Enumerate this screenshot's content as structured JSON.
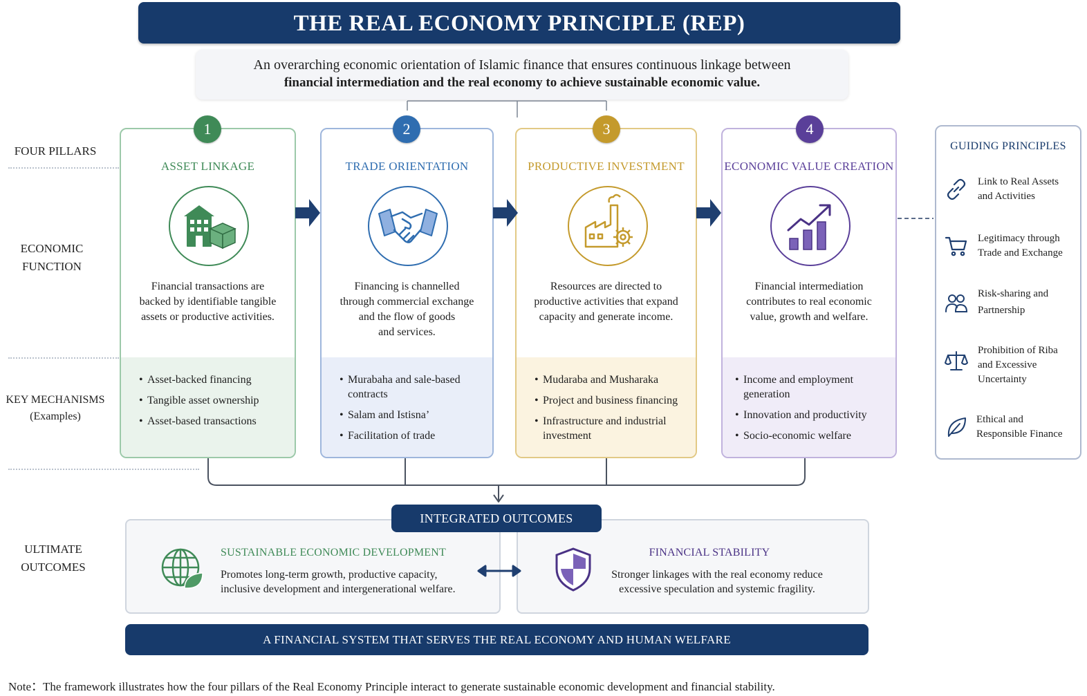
{
  "header": {
    "title": "THE REAL ECONOMY PRINCIPLE (REP)",
    "subtitle_line1": "An overarching economic orientation of Islamic finance that ensures continuous linkage between",
    "subtitle_line2": "financial intermediation and the real economy to achieve sustainable economic value."
  },
  "row_labels": {
    "four_pillars": "FOUR PILLARS",
    "economic_function_1": "ECONOMIC",
    "economic_function_2": "FUNCTION",
    "key_mechanisms_1": "KEY MECHANISMS",
    "key_mechanisms_2": "(Examples)",
    "ultimate_outcomes_1": "ULTIMATE",
    "ultimate_outcomes_2": "OUTCOMES"
  },
  "pillars": [
    {
      "number": "1",
      "title": "ASSET LINKAGE",
      "icon": "building-icon",
      "color": "#3f8a57",
      "tint": "#eaf3ec",
      "border": "#9cc9a9",
      "description": [
        "Financial transactions are",
        "backed by identifiable tangible",
        "assets or productive activities."
      ],
      "mechanisms": [
        "Asset-backed financing",
        "Tangible asset ownership",
        "Asset-based transactions"
      ]
    },
    {
      "number": "2",
      "title": "TRADE ORIENTATION",
      "icon": "handshake-icon",
      "color": "#2f6db0",
      "tint": "#e9eef9",
      "border": "#9eb6dc",
      "description": [
        "Financing is channelled",
        "through commercial exchange",
        "and the flow of goods",
        "and services."
      ],
      "mechanisms": [
        "Murabaha and sale-based contracts",
        "Salam and Istisna’",
        "Facilitation of trade"
      ]
    },
    {
      "number": "3",
      "title": "PRODUCTIVE INVESTMENT",
      "icon": "factory-icon",
      "color": "#c49a2c",
      "tint": "#fbf3e0",
      "border": "#e2c985",
      "description": [
        "Resources are directed to",
        "productive activities that expand",
        "capacity and generate income."
      ],
      "mechanisms": [
        "Mudaraba and Musharaka",
        "Project and business financing",
        "Infrastructure and industrial investment"
      ]
    },
    {
      "number": "4",
      "title": "ECONOMIC VALUE CREATION",
      "icon": "growth-chart-icon",
      "color": "#5a3f99",
      "tint": "#f0ecf8",
      "border": "#c0b2dd",
      "description": [
        "Financial intermediation",
        "contributes to real economic",
        "value, growth and welfare."
      ],
      "mechanisms": [
        "Income and employment generation",
        "Innovation and productivity",
        "Socio-economic welfare"
      ]
    }
  ],
  "guiding_principles": {
    "title": "GUIDING PRINCIPLES",
    "items": [
      {
        "icon": "link-icon",
        "label": [
          "Link to Real Assets",
          "and Activities"
        ]
      },
      {
        "icon": "cart-icon",
        "label": [
          "Legitimacy through",
          "Trade and Exchange"
        ]
      },
      {
        "icon": "people-icon",
        "label": [
          "Risk-sharing and",
          "Partnership"
        ]
      },
      {
        "icon": "scales-icon",
        "label": [
          "Prohibition of Riba",
          "and Excessive",
          "Uncertainty"
        ]
      },
      {
        "icon": "leaf-icon",
        "label": [
          "Ethical and",
          "Responsible Finance"
        ]
      }
    ]
  },
  "integrated_outcomes": {
    "label": "INTEGRATED OUTCOMES",
    "sustainable": {
      "title": "SUSTAINABLE ECONOMIC DEVELOPMENT",
      "line1": "Promotes long-term growth, productive capacity,",
      "line2": "inclusive development and intergenerational welfare."
    },
    "stability": {
      "title": "FINANCIAL STABILITY",
      "line1": "Stronger linkages with the real economy reduce",
      "line2": "excessive speculation and systemic fragility."
    }
  },
  "bottom_banner": "A FINANCIAL SYSTEM THAT SERVES THE REAL ECONOMY AND HUMAN WELFARE",
  "note": "Note：The framework illustrates how the four pillars of the Real Economy Principle interact to generate sustainable economic development and financial stability."
}
